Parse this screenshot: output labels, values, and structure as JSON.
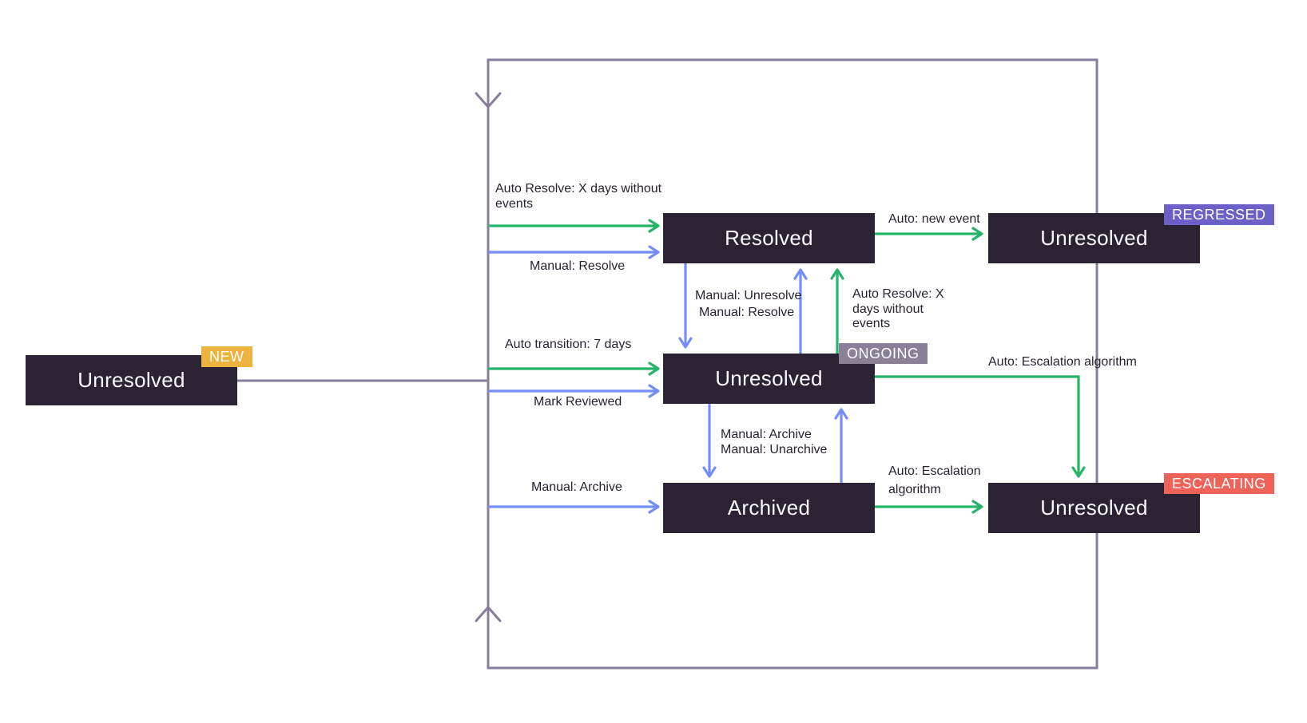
{
  "diagram": {
    "name": "issue-states-diagram",
    "background": "#ffffff"
  },
  "colors": {
    "node_background": "#2b2233",
    "node_text": "#faf9fb",
    "auto_transition_green": "#26b36a",
    "manual_transition_blue": "#758ef7",
    "loop_line_purple": "#887c9b",
    "badge_new": "#ecb43f",
    "badge_regressed": "#6a60c8",
    "badge_ongoing": "#8a8198",
    "badge_escalating": "#ee6258",
    "label_text": "#2b2233"
  },
  "nodes": {
    "new": {
      "label": "Unresolved",
      "badge": "NEW"
    },
    "resolved": {
      "label": "Resolved"
    },
    "regressed": {
      "label": "Unresolved",
      "badge": "REGRESSED"
    },
    "ongoing": {
      "label": "Unresolved",
      "badge": "ONGOING"
    },
    "archived": {
      "label": "Archived"
    },
    "escalating": {
      "label": "Unresolved",
      "badge": "ESCALATING"
    }
  },
  "edges": {
    "auto_resolve_days": {
      "type": "auto",
      "lines": [
        "Auto Resolve: X days without",
        "events"
      ]
    },
    "manual_resolve_in": {
      "type": "manual",
      "label": "Manual: Resolve"
    },
    "auto_new_event": {
      "type": "auto",
      "label": "Auto: new event"
    },
    "manual_unresolve": {
      "type": "manual",
      "label": "Manual: Unresolve"
    },
    "manual_resolve_up": {
      "type": "manual",
      "label": "Manual: Resolve"
    },
    "auto_resolve_ongoing": {
      "type": "auto",
      "lines": [
        "Auto Resolve: X",
        "days without",
        "events"
      ]
    },
    "auto_transition": {
      "type": "auto",
      "label": "Auto transition: 7 days"
    },
    "mark_reviewed": {
      "type": "manual",
      "label": "Mark Reviewed"
    },
    "auto_escalation_ongoing": {
      "type": "auto",
      "label": "Auto: Escalation algorithm"
    },
    "manual_archive_down": {
      "type": "manual",
      "label": "Manual: Archive"
    },
    "manual_unarchive": {
      "type": "manual",
      "label": "Manual: Unarchive"
    },
    "manual_archive_in": {
      "type": "manual",
      "label": "Manual: Archive"
    },
    "auto_escalation_archived": {
      "type": "auto",
      "lines": [
        "Auto: Escalation",
        "algorithm"
      ]
    }
  }
}
